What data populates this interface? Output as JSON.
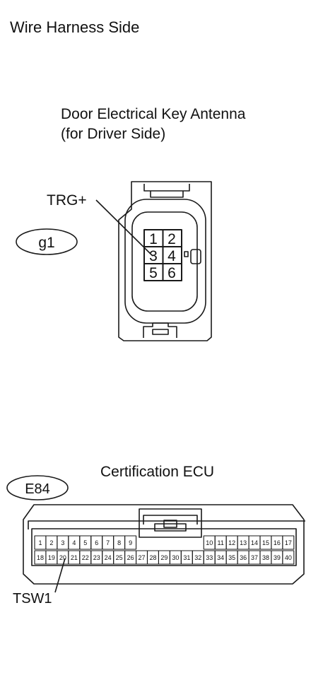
{
  "title": "Wire Harness Side",
  "connectors": [
    {
      "code": "g1",
      "name_line1": "Door Electrical Key Antenna",
      "name_line2": "(for Driver Side)",
      "pins": [
        "1",
        "2",
        "3",
        "4",
        "5",
        "6"
      ],
      "callout": "TRG+"
    },
    {
      "code": "E84",
      "name": "Certification ECU",
      "pins_top_left": [
        "1",
        "2",
        "3",
        "4",
        "5",
        "6",
        "7",
        "8",
        "9"
      ],
      "pins_top_right": [
        "10",
        "11",
        "12",
        "13",
        "14",
        "15",
        "16",
        "17"
      ],
      "pins_bottom": [
        "18",
        "19",
        "20",
        "21",
        "22",
        "23",
        "24",
        "25",
        "26",
        "27",
        "28",
        "29",
        "30",
        "31",
        "32",
        "33",
        "34",
        "35",
        "36",
        "37",
        "38",
        "39",
        "40"
      ],
      "callout": "TSW1"
    }
  ],
  "colors": {
    "line": "#1a1a1a",
    "background": "#ffffff"
  }
}
